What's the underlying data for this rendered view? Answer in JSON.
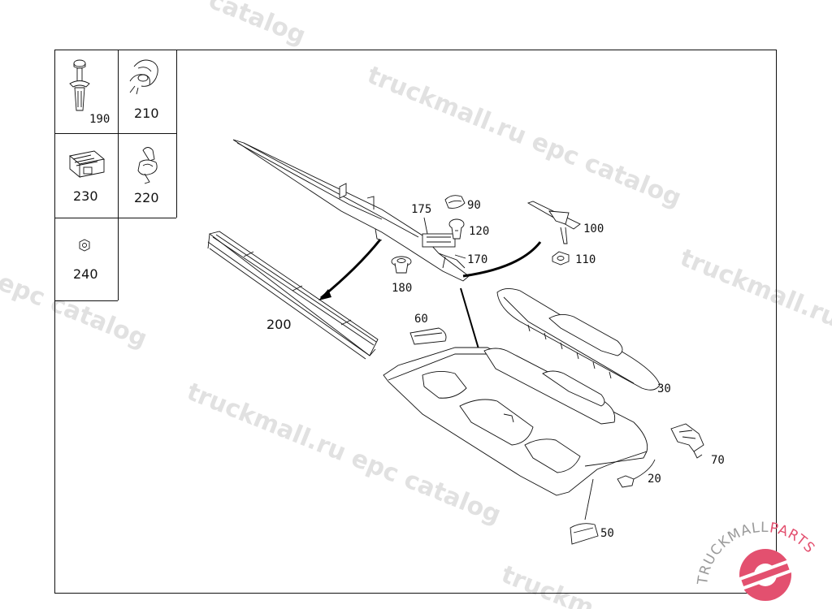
{
  "watermark": {
    "text": "truckmall.ru epc catalog",
    "partial_a": "catalog",
    "partial_b": "truckmall.ru",
    "partial_c": "epc catalog",
    "partial_d": "truckm"
  },
  "logo": {
    "text_a": "TRUCKMALL",
    "text_b": "PARTS",
    "color_a": "#9a9a9a",
    "color_b": "#e3506f"
  },
  "legend_cells": [
    {
      "label": "190",
      "icon": "rivet-pin-icon"
    },
    {
      "label": "210",
      "icon": "spring-clip-icon"
    },
    {
      "label": "230",
      "icon": "clip-block-icon"
    },
    {
      "label": "220",
      "icon": "hook-clip-icon"
    },
    {
      "label": "240",
      "icon": "nut-icon"
    }
  ],
  "callouts": {
    "p200": "200",
    "p175": "175",
    "p90": "90",
    "p120": "120",
    "p170": "170",
    "p180": "180",
    "p100": "100",
    "p110": "110",
    "p60": "60",
    "p30": "30",
    "p70": "70",
    "p20": "20",
    "p50": "50"
  }
}
